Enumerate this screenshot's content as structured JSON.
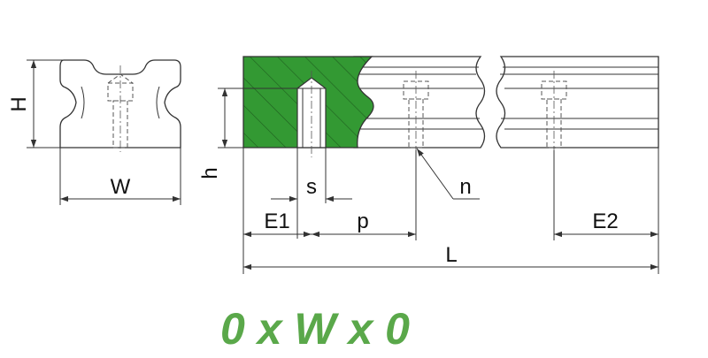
{
  "colors": {
    "section_fill": "#339933",
    "caption": "#5aa84a",
    "line": "#333333"
  },
  "labels": {
    "H": "H",
    "W": "W",
    "h": "h",
    "s": "s",
    "n": "n",
    "E1": "E1",
    "p": "p",
    "E2": "E2",
    "L": "L"
  },
  "caption": "0 x W x 0"
}
